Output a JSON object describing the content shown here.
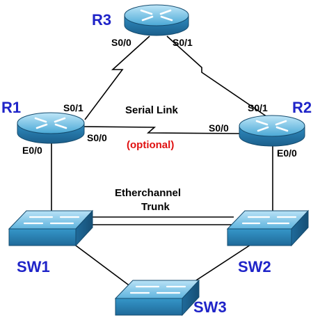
{
  "devices": {
    "r1": "R1",
    "r2": "R2",
    "r3": "R3",
    "sw1": "SW1",
    "sw2": "SW2",
    "sw3": "SW3"
  },
  "ports": {
    "r3_s00": "S0/0",
    "r3_s01": "S0/1",
    "r1_s01": "S0/1",
    "r1_s00": "S0/0",
    "r1_e00": "E0/0",
    "r2_s01": "S0/1",
    "r2_s00": "S0/0",
    "r2_e00": "E0/0"
  },
  "links": {
    "serial_link": "Serial Link",
    "optional": "(optional)",
    "etherchannel_line1": "Etherchannel",
    "etherchannel_line2": "Trunk"
  },
  "icons": {
    "router": "router-icon",
    "switch": "switch-icon"
  },
  "colors": {
    "device_label": "#1f24c8",
    "optional_label": "#e01010",
    "device_body": "#3a9ed0"
  }
}
